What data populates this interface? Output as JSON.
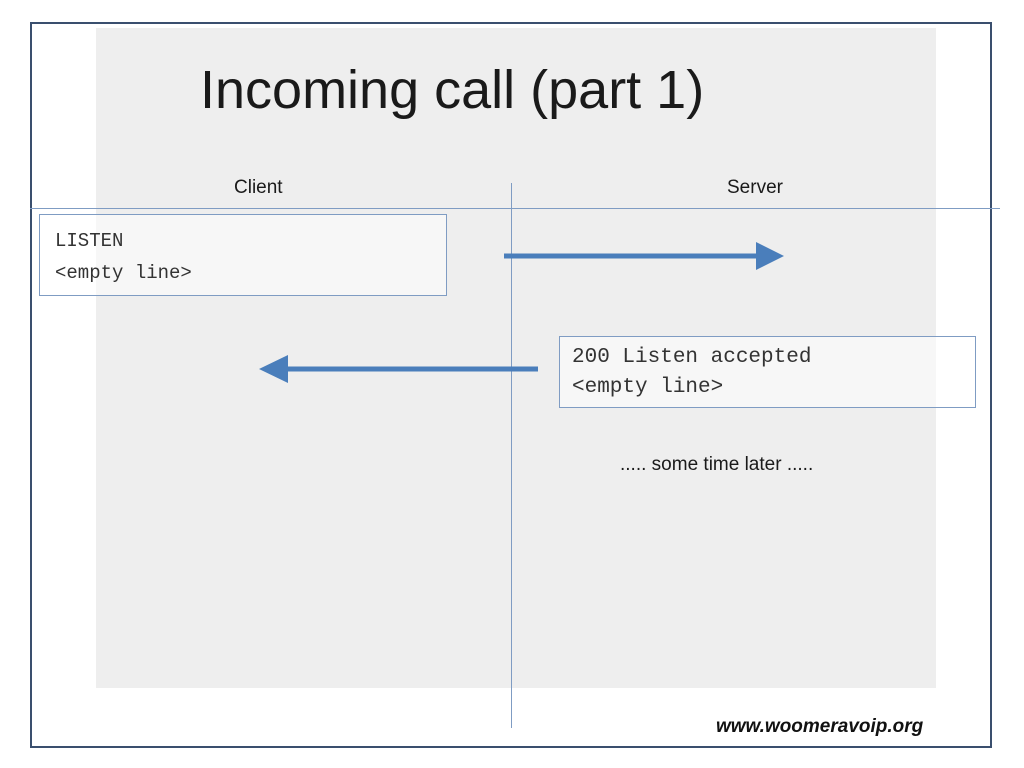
{
  "slide": {
    "title": "Incoming call (part 1)",
    "columns": {
      "client": "Client",
      "server": "Server"
    },
    "messages": [
      {
        "direction": "client-to-server",
        "lines": [
          "LISTEN",
          "<empty line>"
        ]
      },
      {
        "direction": "server-to-client",
        "lines": [
          "200 Listen accepted",
          "<empty line>"
        ]
      }
    ],
    "note": "..... some time later .....",
    "footer": "www.woomeravoip.org"
  },
  "colors": {
    "arrow": "#4a7ebb",
    "divider": "#7f9cc3",
    "frame": "#3a4f6e"
  }
}
